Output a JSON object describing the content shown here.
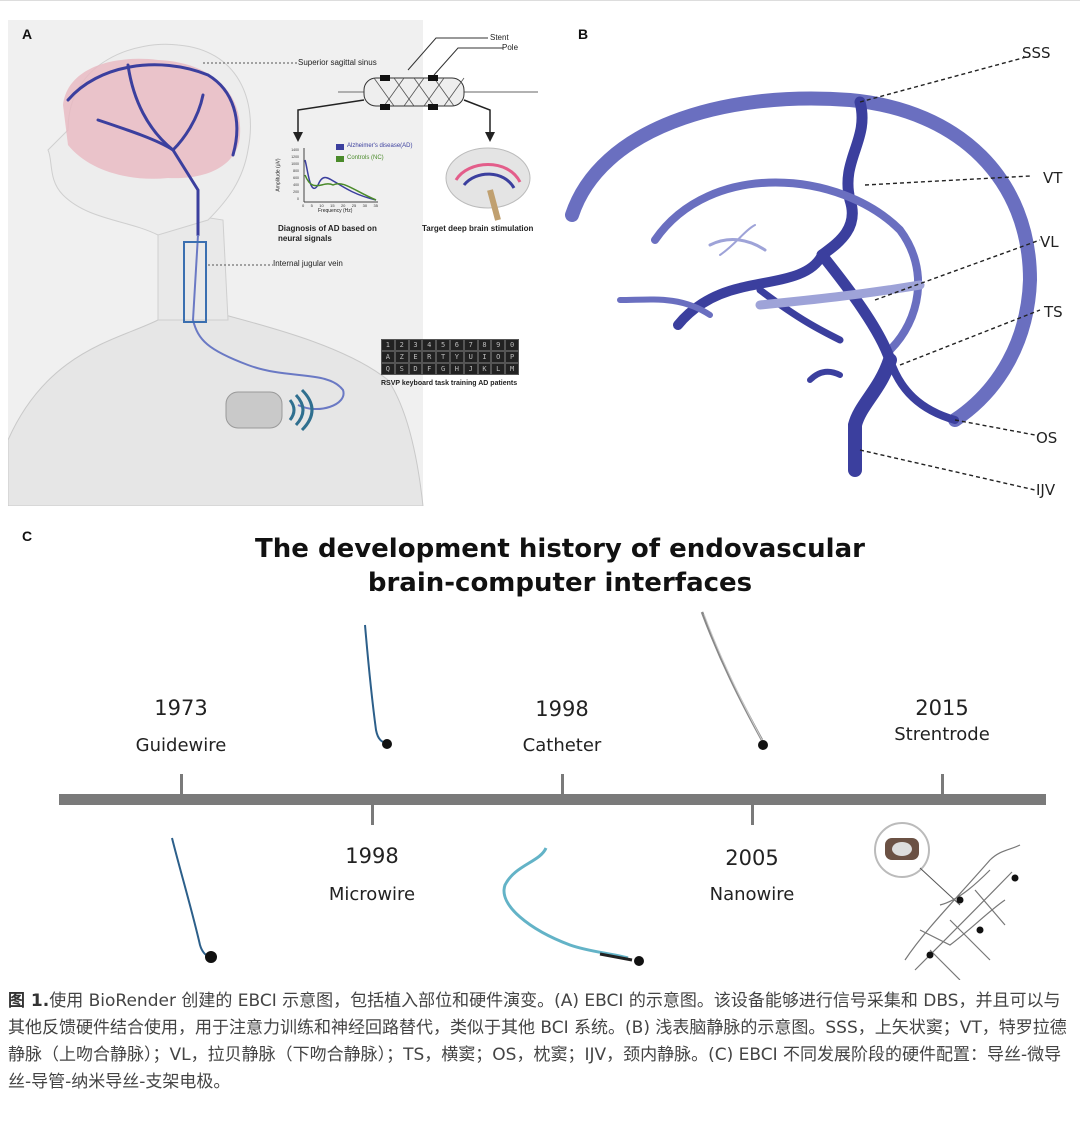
{
  "panel_a": {
    "letter": "A",
    "superior_sagittal_sinus": "Superior sagittal sinus",
    "stent": "Stent",
    "pole": "Pole",
    "chart": {
      "legend_ad": "Alzheimer's disease(AD)",
      "legend_nc": "Controls (NC)",
      "ylabel": "Amplitude (μV)",
      "xlabel": "Frequency (Hz)",
      "yticks": [
        "1400",
        "1200",
        "1000",
        "800",
        "600",
        "400",
        "200",
        "0"
      ],
      "xticks": [
        "0",
        "5",
        "10",
        "15",
        "20",
        "25",
        "30",
        "35"
      ]
    },
    "diagnosis_line1": "Diagnosis of AD based on",
    "diagnosis_line2": "neural signals",
    "target": "Target deep brain stimulation",
    "internal_jugular_vein": "Internal jugular vein",
    "rsvp": "RSVP keyboard task training AD patients",
    "keyboard_rows": [
      [
        "1",
        "2",
        "3",
        "4",
        "5",
        "6",
        "7",
        "8",
        "9",
        "0"
      ],
      [
        "A",
        "Z",
        "E",
        "R",
        "T",
        "Y",
        "U",
        "I",
        "O",
        "P"
      ],
      [
        "Q",
        "S",
        "D",
        "F",
        "G",
        "H",
        "J",
        "K",
        "L",
        "M"
      ]
    ]
  },
  "panel_b": {
    "letter": "B",
    "labels": {
      "sss": "SSS",
      "vt": "VT",
      "vl": "VL",
      "ts": "TS",
      "os": "OS",
      "ijv": "IJV"
    }
  },
  "panel_c": {
    "letter": "C",
    "title_line1": "The development history of endovascular",
    "title_line2": "brain-computer interfaces",
    "milestones": [
      {
        "year": "1973",
        "name": "Guidewire"
      },
      {
        "year": "1998",
        "name": "Microwire"
      },
      {
        "year": "1998",
        "name": "Catheter"
      },
      {
        "year": "2005",
        "name": "Nanowire"
      },
      {
        "year": "2015",
        "name": "Strentrode"
      }
    ]
  },
  "caption": {
    "figure_label": "图 1.",
    "text": "使用 BioRender 创建的 EBCI 示意图，包括植入部位和硬件演变。(A) EBCI 的示意图。该设备能够进行信号采集和 DBS，并且可以与其他反馈硬件结合使用，用于注意力训练和神经回路替代，类似于其他 BCI 系统。(B) 浅表脑静脉的示意图。SSS，上矢状窦；VT，特罗拉德静脉（上吻合静脉）；VL，拉贝静脉（下吻合静脉）；TS，横窦；OS，枕窦；IJV，颈内静脉。(C) EBCI 不同发展阶段的硬件配置：导丝-微导丝-导管-纳米导丝-支架电极。"
  },
  "colors": {
    "vein": "#3b3f9e",
    "timeline": "#7a7a7a",
    "caption": "#444444"
  }
}
